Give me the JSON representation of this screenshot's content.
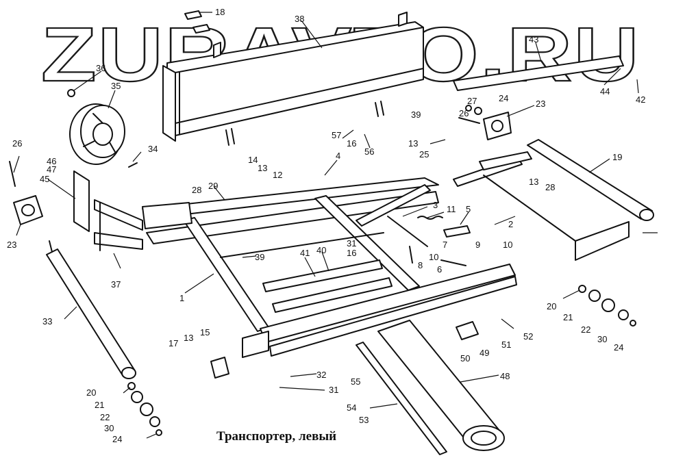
{
  "watermark": "ZURAVTO.RU",
  "caption": "Транспортер, левый",
  "callouts": [
    {
      "id": "18",
      "label": "18"
    },
    {
      "id": "38",
      "label": "38"
    },
    {
      "id": "36",
      "label": "36"
    },
    {
      "id": "35",
      "label": "35"
    },
    {
      "id": "43",
      "label": "43"
    },
    {
      "id": "44",
      "label": "44"
    },
    {
      "id": "42",
      "label": "42"
    },
    {
      "id": "27",
      "label": "27"
    },
    {
      "id": "24a",
      "label": "24"
    },
    {
      "id": "23a",
      "label": "23"
    },
    {
      "id": "26a",
      "label": "26"
    },
    {
      "id": "39a",
      "label": "39"
    },
    {
      "id": "57",
      "label": "57"
    },
    {
      "id": "16a",
      "label": "16"
    },
    {
      "id": "56",
      "label": "56"
    },
    {
      "id": "13a",
      "label": "13"
    },
    {
      "id": "25",
      "label": "25"
    },
    {
      "id": "26b",
      "label": "26"
    },
    {
      "id": "46",
      "label": "46"
    },
    {
      "id": "47",
      "label": "47"
    },
    {
      "id": "45",
      "label": "45"
    },
    {
      "id": "34",
      "label": "34"
    },
    {
      "id": "14",
      "label": "14"
    },
    {
      "id": "13b",
      "label": "13"
    },
    {
      "id": "12",
      "label": "12"
    },
    {
      "id": "4",
      "label": "4"
    },
    {
      "id": "28a",
      "label": "28"
    },
    {
      "id": "29",
      "label": "29"
    },
    {
      "id": "19",
      "label": "19"
    },
    {
      "id": "13c",
      "label": "13"
    },
    {
      "id": "28b",
      "label": "28"
    },
    {
      "id": "23b",
      "label": "23"
    },
    {
      "id": "3",
      "label": "3"
    },
    {
      "id": "11",
      "label": "11"
    },
    {
      "id": "5",
      "label": "5"
    },
    {
      "id": "2",
      "label": "2"
    },
    {
      "id": "7",
      "label": "7"
    },
    {
      "id": "31a",
      "label": "31"
    },
    {
      "id": "16b",
      "label": "16"
    },
    {
      "id": "9",
      "label": "9"
    },
    {
      "id": "10a",
      "label": "10"
    },
    {
      "id": "10b",
      "label": "10"
    },
    {
      "id": "8",
      "label": "8"
    },
    {
      "id": "6",
      "label": "6"
    },
    {
      "id": "39b",
      "label": "39"
    },
    {
      "id": "41",
      "label": "41"
    },
    {
      "id": "40",
      "label": "40"
    },
    {
      "id": "37",
      "label": "37"
    },
    {
      "id": "1",
      "label": "1"
    },
    {
      "id": "33",
      "label": "33"
    },
    {
      "id": "20a",
      "label": "20"
    },
    {
      "id": "21a",
      "label": "21"
    },
    {
      "id": "22a",
      "label": "22"
    },
    {
      "id": "30a",
      "label": "30"
    },
    {
      "id": "24b",
      "label": "24"
    },
    {
      "id": "52",
      "label": "52"
    },
    {
      "id": "51",
      "label": "51"
    },
    {
      "id": "50",
      "label": "50"
    },
    {
      "id": "49",
      "label": "49"
    },
    {
      "id": "48",
      "label": "48"
    },
    {
      "id": "17",
      "label": "17"
    },
    {
      "id": "13d",
      "label": "13"
    },
    {
      "id": "15",
      "label": "15"
    },
    {
      "id": "32",
      "label": "32"
    },
    {
      "id": "31b",
      "label": "31"
    },
    {
      "id": "55",
      "label": "55"
    },
    {
      "id": "54",
      "label": "54"
    },
    {
      "id": "53",
      "label": "53"
    },
    {
      "id": "20b",
      "label": "20"
    },
    {
      "id": "21b",
      "label": "21"
    },
    {
      "id": "22b",
      "label": "22"
    },
    {
      "id": "30b",
      "label": "30"
    },
    {
      "id": "24c",
      "label": "24"
    }
  ]
}
